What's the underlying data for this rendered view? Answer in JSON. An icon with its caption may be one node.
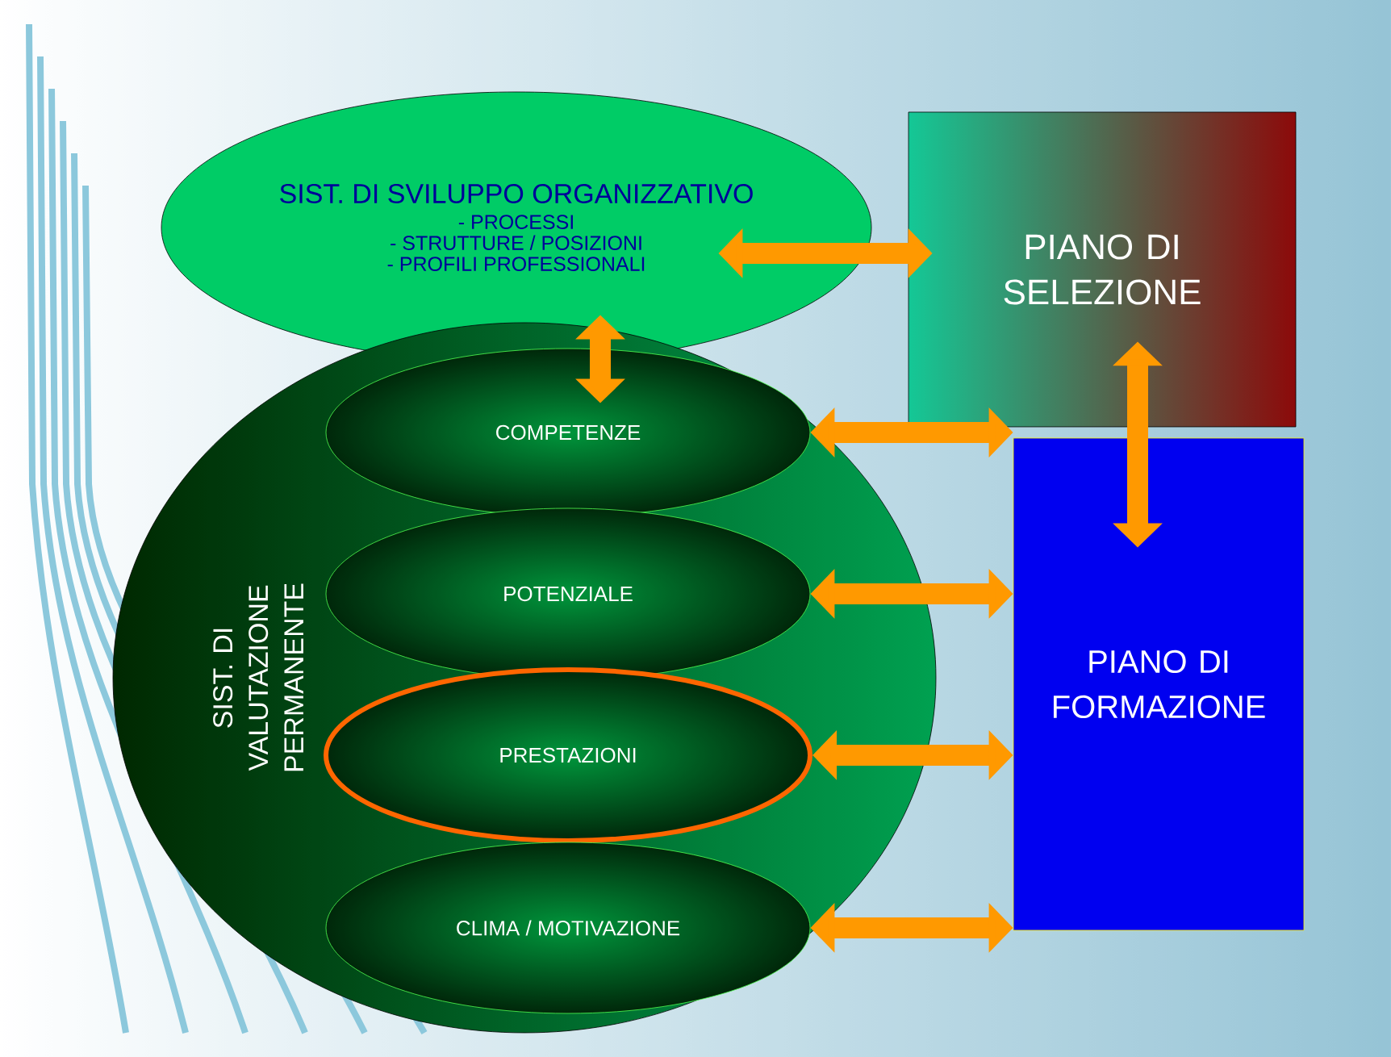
{
  "diagram": {
    "nodes": [
      {
        "text": [
          "SIST. DI SVILUPPO ORGANIZZATIVO",
          "- PROCESSI",
          "- STRUTTURE / POSIZIONI",
          "- PROFILI PROFESSIONALI"
        ]
      },
      {
        "text": [
          "PIANO DI SELEZIONE"
        ]
      },
      {
        "text": [
          "SIST. DI VALUTAZIONE PERMANENTE"
        ]
      },
      {
        "text": [
          "COMPETENZE"
        ],
        "in": 2
      },
      {
        "text": [
          "POTENZIALE"
        ],
        "in": 2
      },
      {
        "text": [
          "PRESTAZIONI"
        ],
        "in": 2
      },
      {
        "text": [
          "CLIMA / MOTIVAZIONE"
        ],
        "in": 2
      },
      {
        "text": [
          "PIANO DI FORMAZIONE"
        ]
      }
    ],
    "edges": [
      {
        "from": 0,
        "to": 1,
        "arrow": "both"
      },
      {
        "from": 3,
        "to": 0,
        "arrow": "both"
      },
      {
        "from": 1,
        "to": 7,
        "arrow": "both"
      },
      {
        "from": 3,
        "to": 7,
        "arrow": "both"
      },
      {
        "from": 4,
        "to": 7,
        "arrow": "both"
      },
      {
        "from": 5,
        "to": 7,
        "arrow": "both"
      },
      {
        "from": 6,
        "to": 7,
        "arrow": "both"
      }
    ]
  }
}
